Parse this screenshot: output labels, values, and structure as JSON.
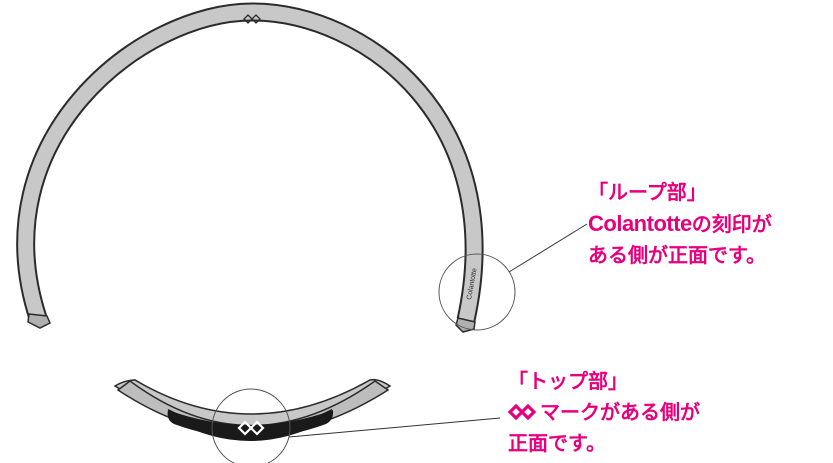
{
  "loop_callout": {
    "title": "「ループ部」",
    "brand": "Colantotte",
    "line2_rest": "の刻印が",
    "line3": "ある側が正面です。"
  },
  "top_callout": {
    "title": "「トップ部」",
    "line2_rest": "マークがある側が",
    "line3": "正面です。"
  },
  "engraving": "Colantotte",
  "colors": {
    "accent": "#e6007e",
    "band_fill": "#c8c8c8",
    "band_stroke": "#2b2b2b",
    "insert_fill": "#1a1a1a",
    "leader": "#333333"
  },
  "icons": {
    "logo_mark": "colantotte-diamond-logo-icon"
  }
}
